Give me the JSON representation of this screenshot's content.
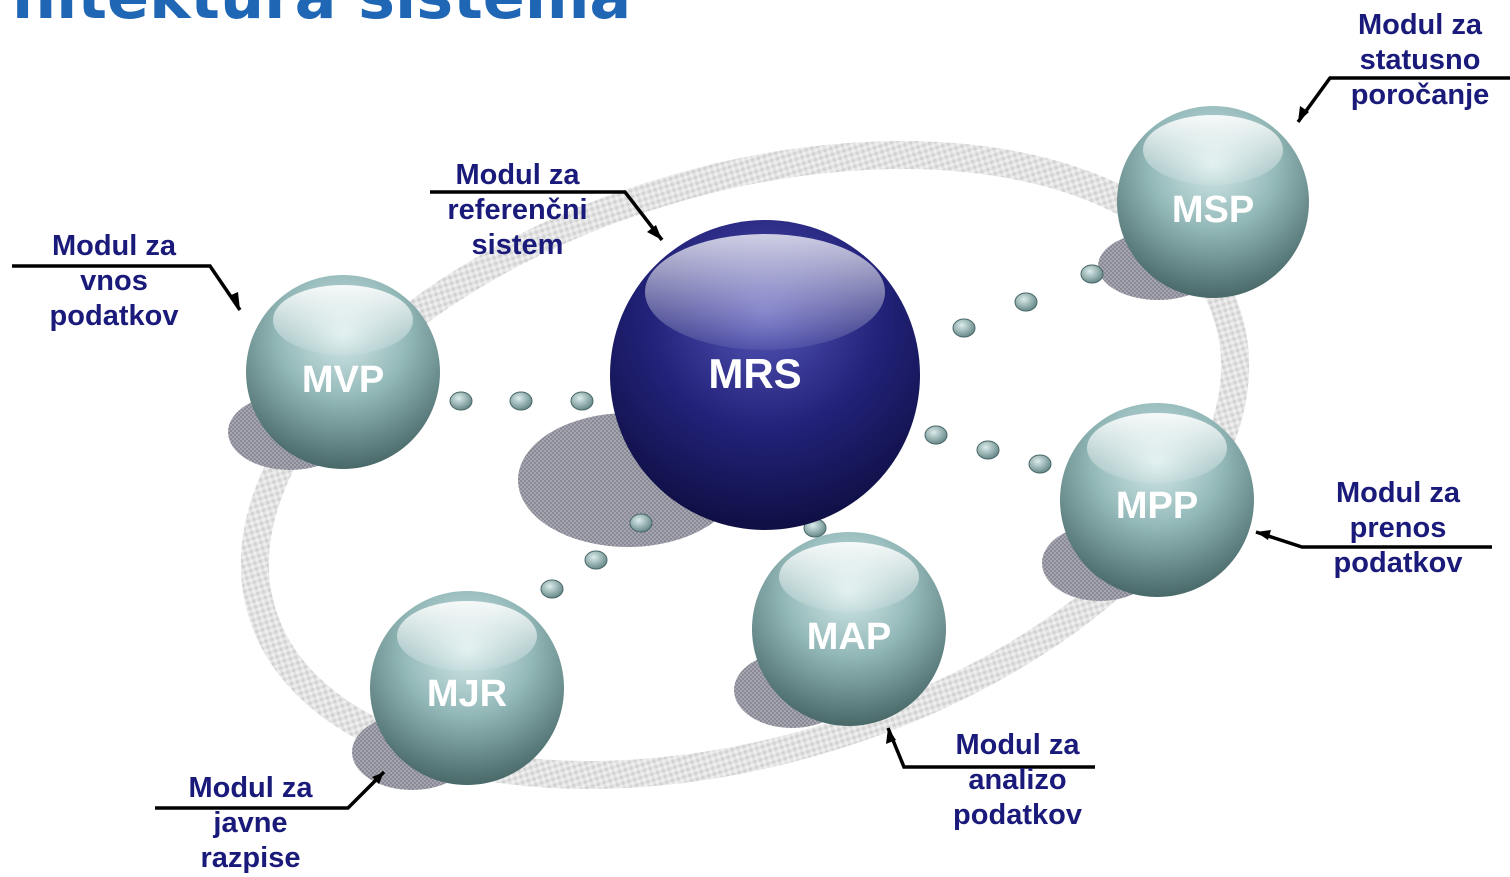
{
  "title": "hitektura sistema",
  "modules": {
    "mrs": {
      "abbr": "MRS",
      "label": [
        "Modul za",
        "referenčni",
        "sistem"
      ]
    },
    "mvp": {
      "abbr": "MVP",
      "label": [
        "Modul za",
        "vnos",
        "podatkov"
      ]
    },
    "msp": {
      "abbr": "MSP",
      "label": [
        "Modul za",
        "statusno",
        "poročanje"
      ]
    },
    "mpp": {
      "abbr": "MPP",
      "label": [
        "Modul za",
        "prenos",
        "podatkov"
      ]
    },
    "map": {
      "abbr": "MAP",
      "label": [
        "Modul za",
        "analizo",
        "podatkov"
      ]
    },
    "mjr": {
      "abbr": "MJR",
      "label": [
        "Modul za",
        "javne",
        "razpise"
      ]
    }
  },
  "colors": {
    "title": "#1f66b5",
    "label_text": "#1a1a7a",
    "hub_sphere": "#24247a",
    "module_sphere": "#7fa7a7",
    "orbit_ring": "#d8d8d8",
    "shadow": "#9a9aa8"
  }
}
